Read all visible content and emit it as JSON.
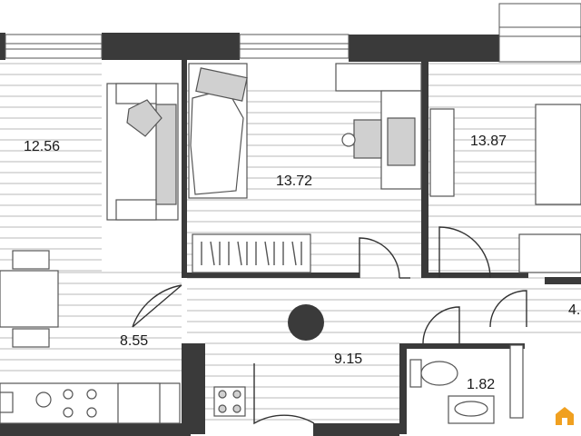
{
  "rooms": [
    {
      "name": "room-left",
      "area": "12.56"
    },
    {
      "name": "bedroom-middle",
      "area": "13.72"
    },
    {
      "name": "room-right",
      "area": "13.87"
    },
    {
      "name": "kitchen",
      "area": "8.55"
    },
    {
      "name": "hallway",
      "area": "9.15"
    },
    {
      "name": "bathroom",
      "area": "1.82"
    },
    {
      "name": "room-far-right",
      "area": "4."
    }
  ],
  "colors": {
    "wall": "#3a3a3a",
    "floor_line": "#b8b8b8",
    "furniture_grey": "#d0d0d0",
    "logo": "#f0a020"
  },
  "icons": [
    "orange-house-logo-icon"
  ]
}
